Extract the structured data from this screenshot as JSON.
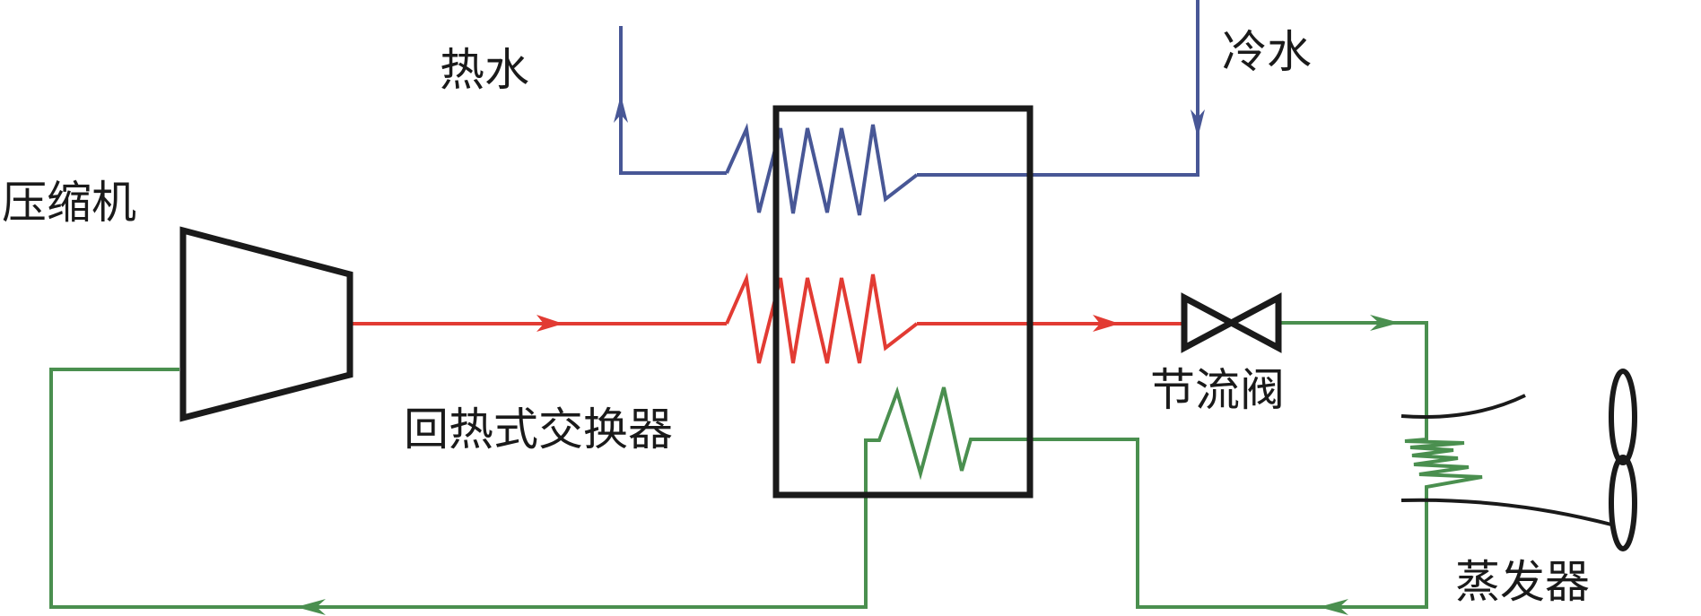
{
  "diagram": {
    "title": "回热式热泵热水系统示意图",
    "labels": {
      "compressor": "压缩机",
      "hot_water": "热水",
      "cold_water": "冷水",
      "regenerative_heat_exchanger": "回热式交换器",
      "throttle_valve": "节流阀",
      "evaporator": "蒸发器"
    },
    "colors": {
      "water_loop": "#485796",
      "high_pressure_refrigerant": "#e23b33",
      "low_pressure_refrigerant": "#4a8f4f",
      "equipment_outline": "#1a1a1a"
    },
    "components": [
      {
        "id": "compressor",
        "shape": "trapezoid"
      },
      {
        "id": "regenerative_heat_exchanger",
        "shape": "rectangle",
        "coils": [
          "water",
          "refrigerant-high",
          "refrigerant-low"
        ]
      },
      {
        "id": "throttle_valve",
        "shape": "bowtie"
      },
      {
        "id": "evaporator",
        "shape": "coil-with-fan"
      }
    ],
    "flows": [
      {
        "from": "compressor",
        "to": "regenerative_heat_exchanger",
        "medium": "high_pressure_refrigerant",
        "direction": "right"
      },
      {
        "from": "regenerative_heat_exchanger",
        "to": "throttle_valve",
        "medium": "high_pressure_refrigerant",
        "direction": "right"
      },
      {
        "from": "throttle_valve",
        "to": "evaporator",
        "medium": "low_pressure_refrigerant",
        "direction": "right"
      },
      {
        "from": "evaporator",
        "to": "regenerative_heat_exchanger",
        "medium": "low_pressure_refrigerant",
        "direction": "left"
      },
      {
        "from": "regenerative_heat_exchanger",
        "to": "compressor",
        "medium": "low_pressure_refrigerant",
        "direction": "left"
      },
      {
        "from": "cold_water_inlet",
        "to": "regenerative_heat_exchanger",
        "medium": "water_loop",
        "direction": "down"
      },
      {
        "from": "regenerative_heat_exchanger",
        "to": "hot_water_outlet",
        "medium": "water_loop",
        "direction": "up"
      }
    ]
  }
}
